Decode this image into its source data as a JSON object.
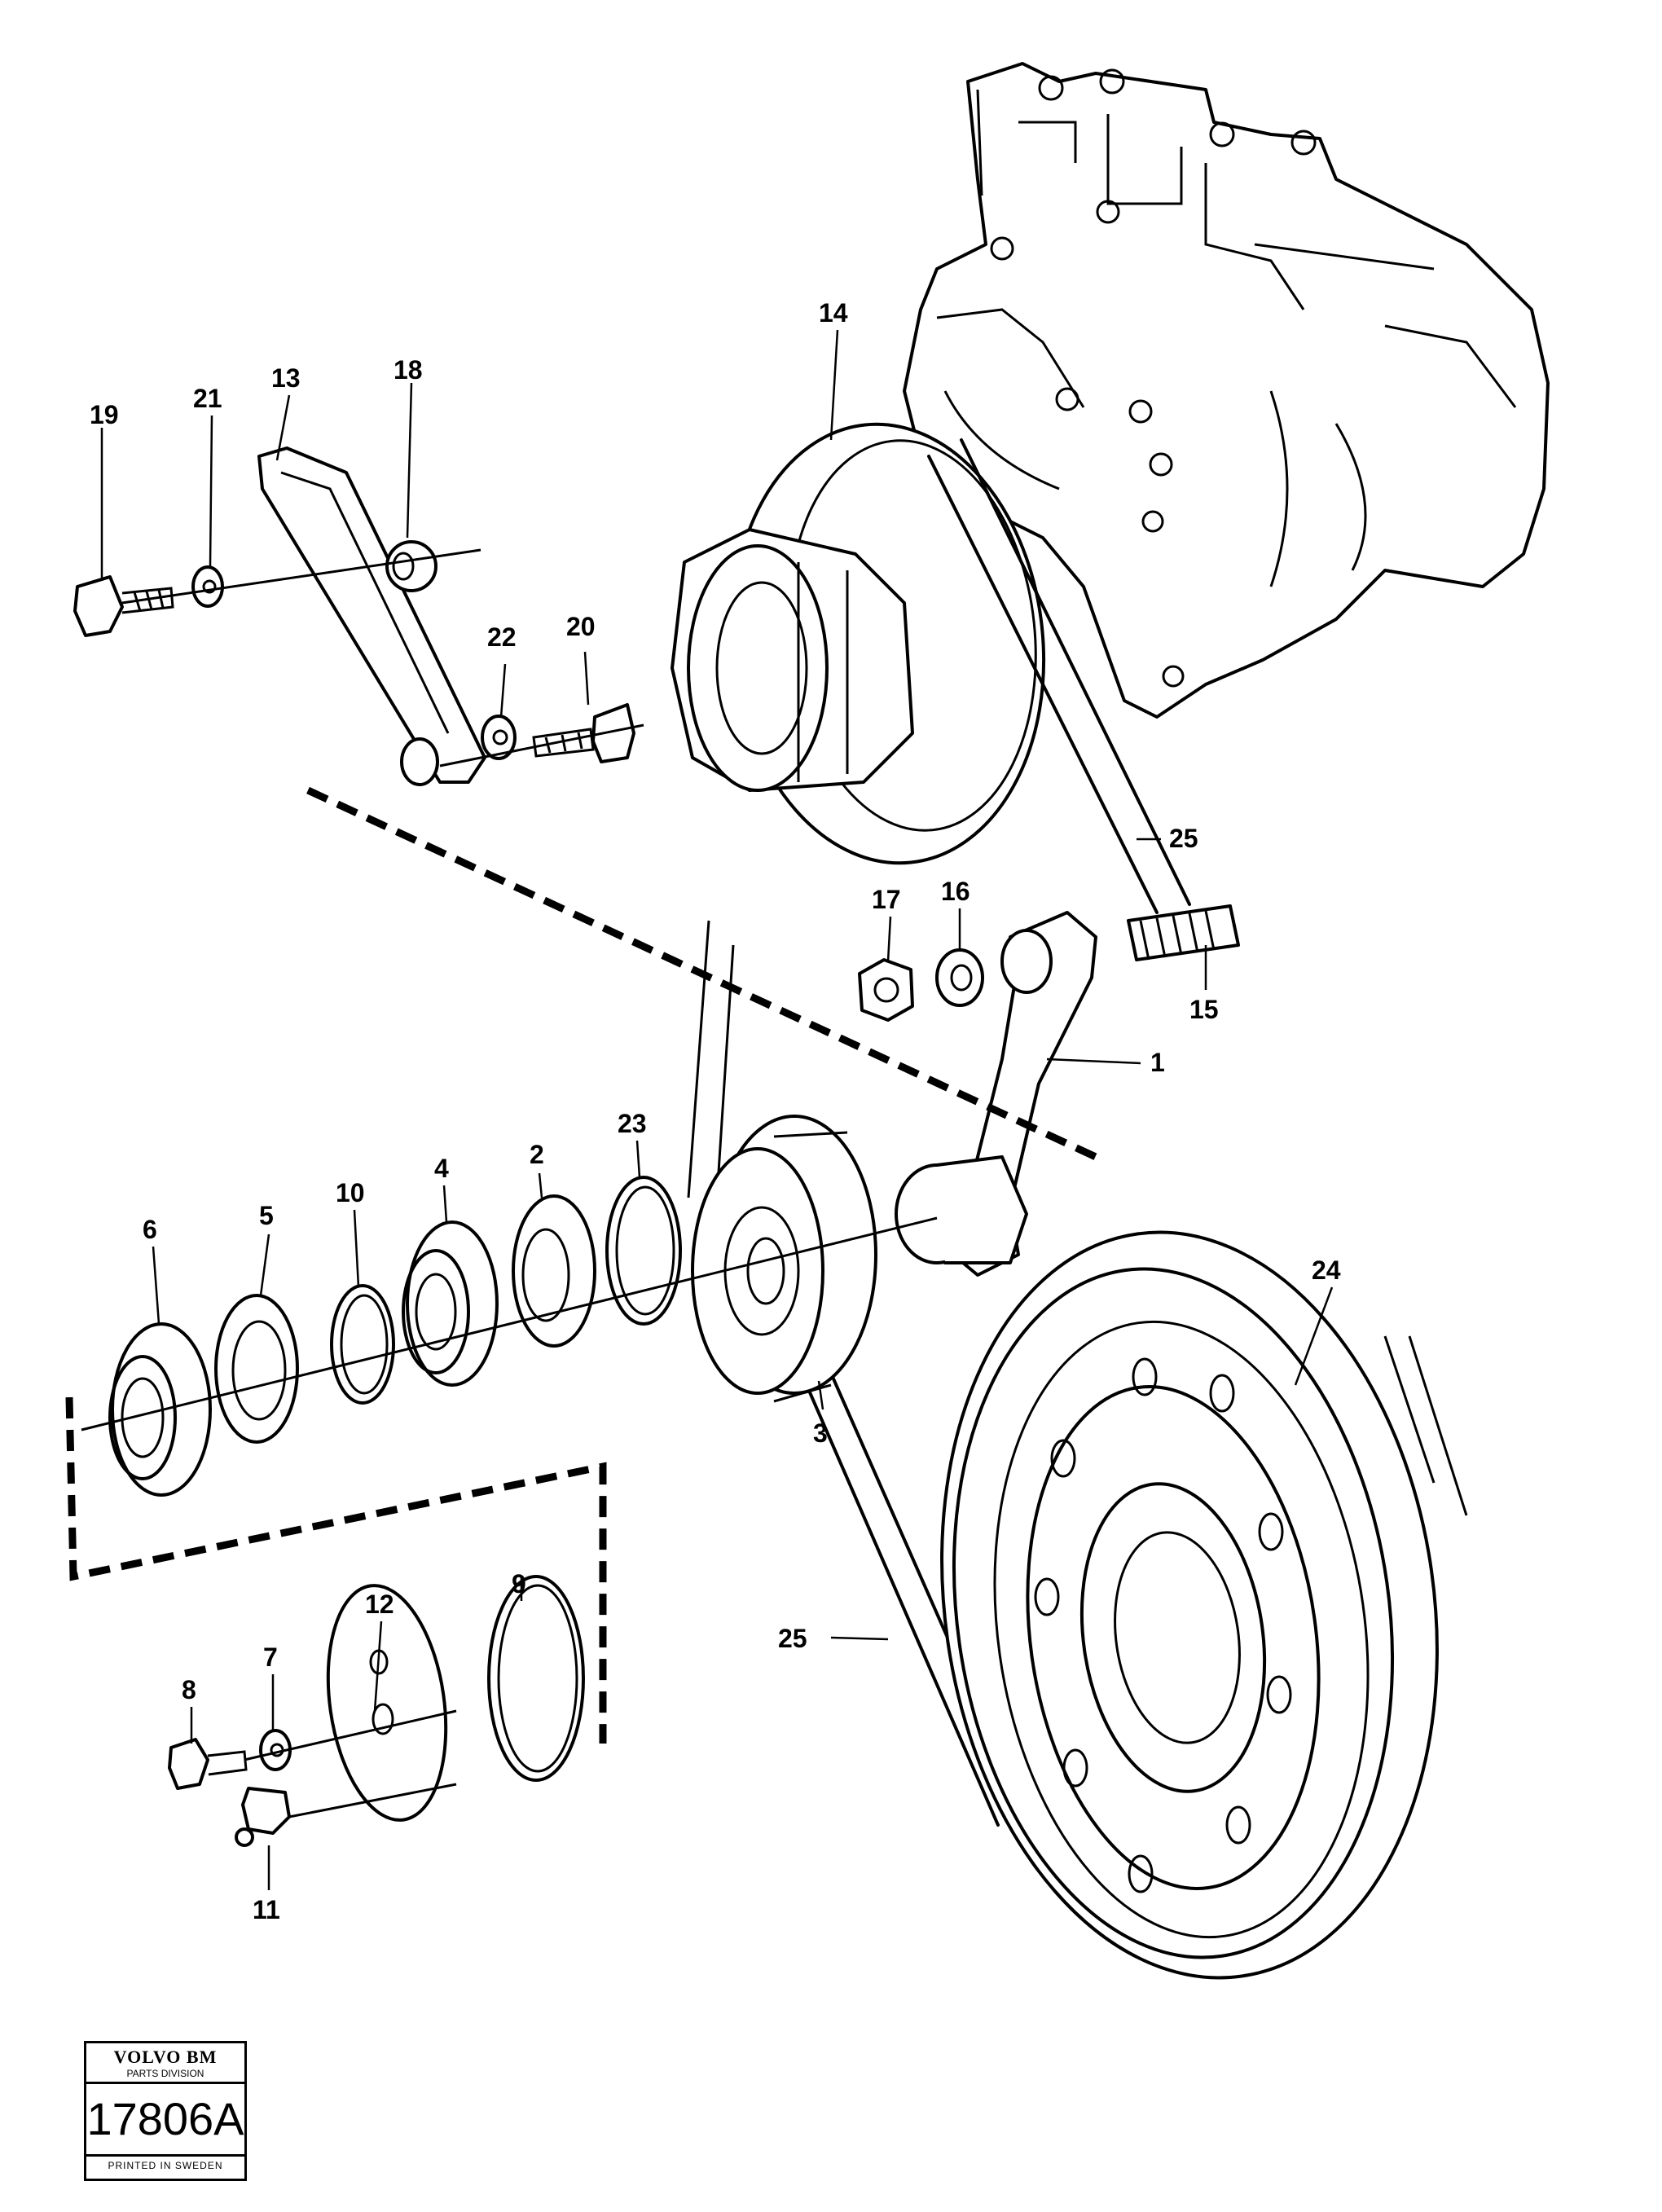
{
  "diagram": {
    "callouts": [
      {
        "id": "19",
        "label": "19"
      },
      {
        "id": "21",
        "label": "21"
      },
      {
        "id": "13",
        "label": "13"
      },
      {
        "id": "18",
        "label": "18"
      },
      {
        "id": "14",
        "label": "14"
      },
      {
        "id": "22",
        "label": "22"
      },
      {
        "id": "20",
        "label": "20"
      },
      {
        "id": "25a",
        "label": "25"
      },
      {
        "id": "17",
        "label": "17"
      },
      {
        "id": "16",
        "label": "16"
      },
      {
        "id": "15",
        "label": "15"
      },
      {
        "id": "1",
        "label": "1"
      },
      {
        "id": "6",
        "label": "6"
      },
      {
        "id": "5",
        "label": "5"
      },
      {
        "id": "10",
        "label": "10"
      },
      {
        "id": "4",
        "label": "4"
      },
      {
        "id": "2",
        "label": "2"
      },
      {
        "id": "23",
        "label": "23"
      },
      {
        "id": "24",
        "label": "24"
      },
      {
        "id": "3",
        "label": "3"
      },
      {
        "id": "12",
        "label": "12"
      },
      {
        "id": "9",
        "label": "9"
      },
      {
        "id": "8",
        "label": "8"
      },
      {
        "id": "7",
        "label": "7"
      },
      {
        "id": "25b",
        "label": "25"
      },
      {
        "id": "11",
        "label": "11"
      }
    ]
  },
  "stamp": {
    "brand": "VOLVO BM",
    "division": "PARTS DIVISION",
    "code": "17806A",
    "printed": "PRINTED IN SWEDEN"
  }
}
